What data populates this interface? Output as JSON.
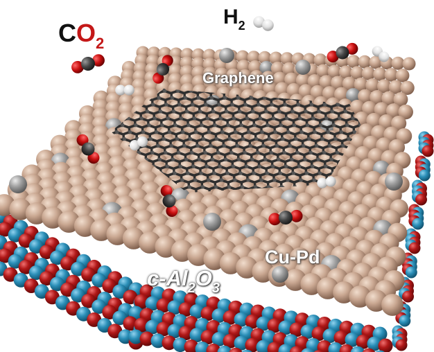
{
  "labels": {
    "co2_c": "C",
    "co2_o": "O",
    "co2_sub": "2",
    "h2_h": "H",
    "h2_sub": "2",
    "graphene": "Graphene",
    "cupd": "Cu-Pd",
    "substrate_prefix": "c-Al",
    "substrate_sub1": "2",
    "substrate_o": "O",
    "substrate_sub2": "3"
  },
  "colors": {
    "copper": "#c4a48e",
    "palladium": "#9a9a9a",
    "aluminum": "#2b8fb8",
    "oxygen_substrate": "#b01818",
    "graphene": "#3a3a3a",
    "carbon": "#404040",
    "oxygen": "#c01010",
    "hydrogen": "#e8e8e8"
  }
}
